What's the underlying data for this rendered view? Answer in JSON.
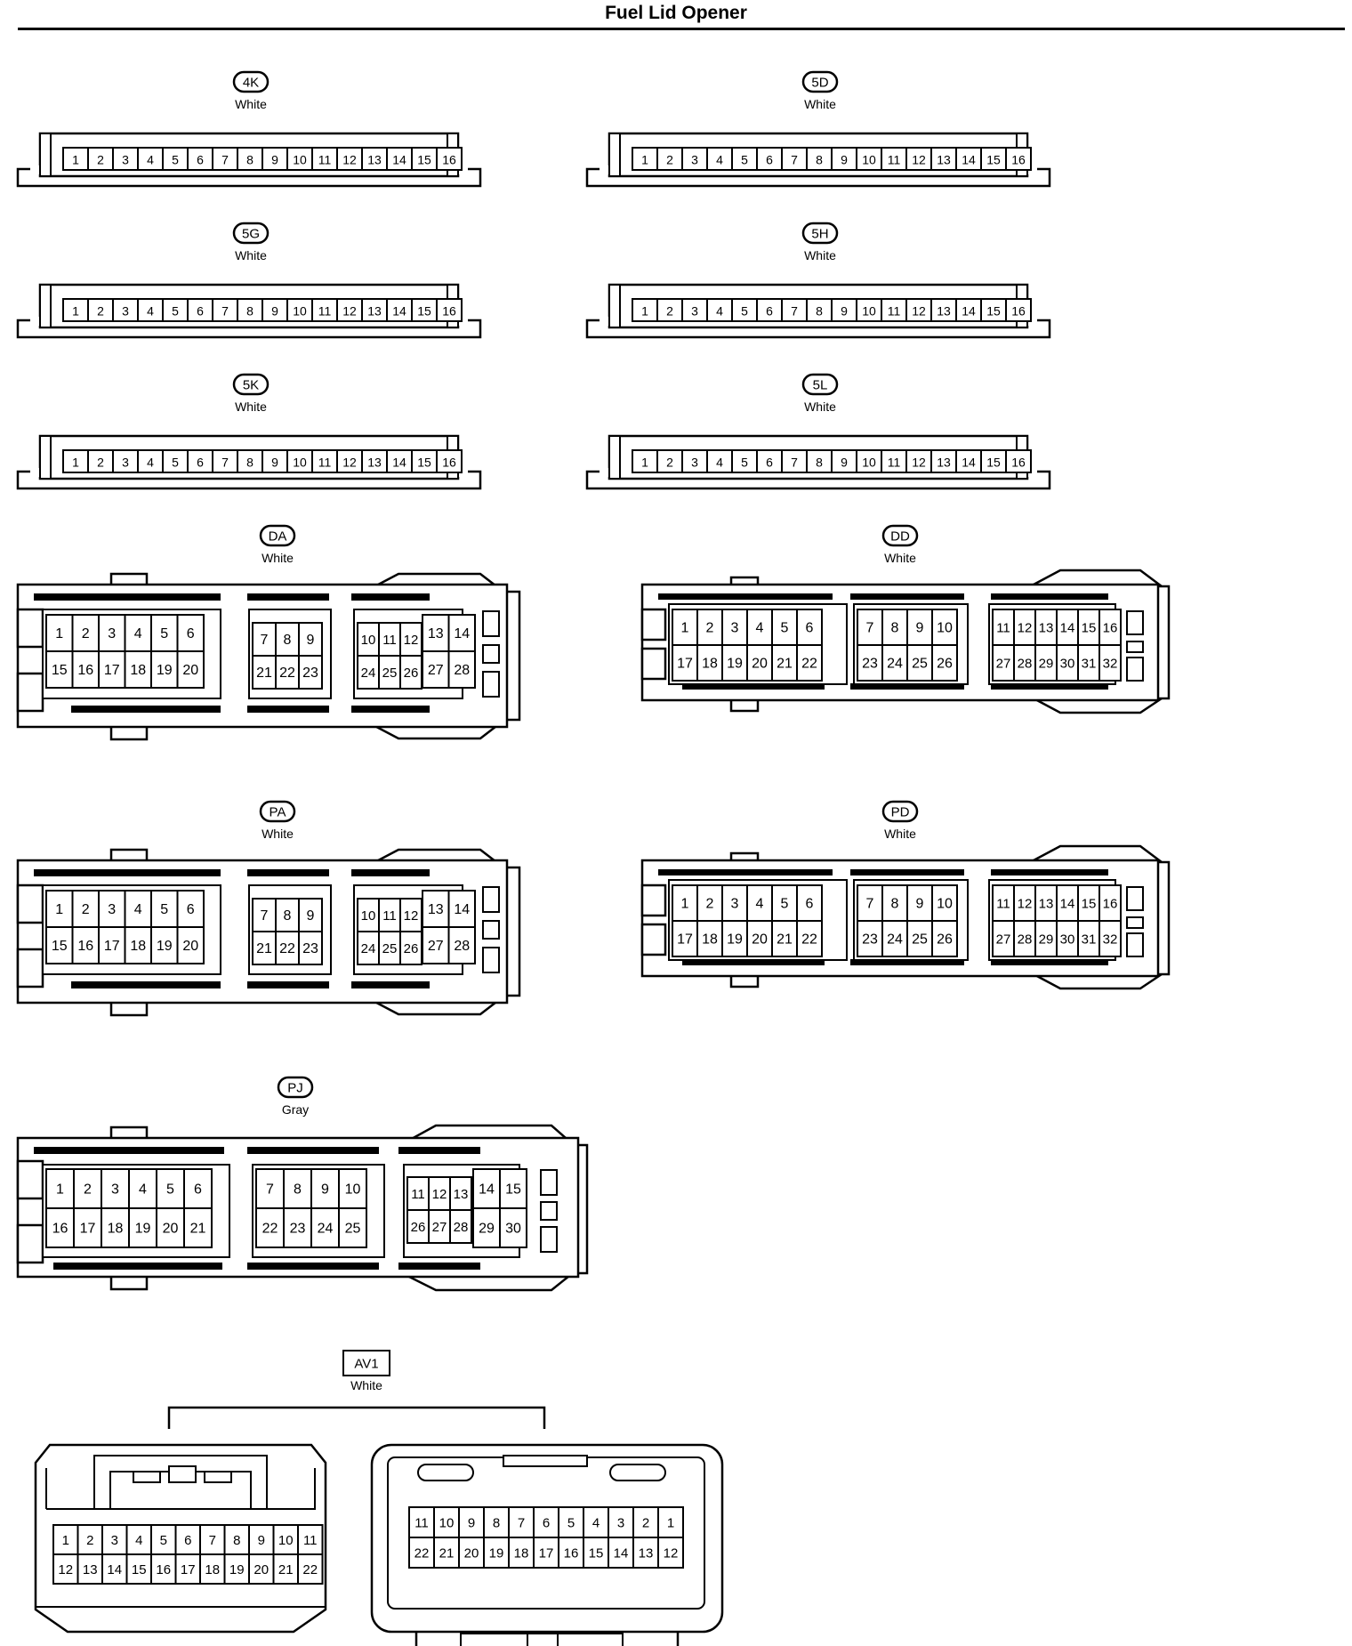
{
  "title": "Fuel Lid Opener",
  "connectors": [
    {
      "id": "4K",
      "color": "White",
      "style": "strip16",
      "label_shape": "pill",
      "pins": [
        "1",
        "2",
        "3",
        "4",
        "5",
        "6",
        "7",
        "8",
        "9",
        "10",
        "11",
        "12",
        "13",
        "14",
        "15",
        "16"
      ]
    },
    {
      "id": "5D",
      "color": "White",
      "style": "strip16",
      "label_shape": "pill",
      "pins": [
        "1",
        "2",
        "3",
        "4",
        "5",
        "6",
        "7",
        "8",
        "9",
        "10",
        "11",
        "12",
        "13",
        "14",
        "15",
        "16"
      ]
    },
    {
      "id": "5G",
      "color": "White",
      "style": "strip16",
      "label_shape": "pill",
      "pins": [
        "1",
        "2",
        "3",
        "4",
        "5",
        "6",
        "7",
        "8",
        "9",
        "10",
        "11",
        "12",
        "13",
        "14",
        "15",
        "16"
      ]
    },
    {
      "id": "5H",
      "color": "White",
      "style": "strip16",
      "label_shape": "pill",
      "pins": [
        "1",
        "2",
        "3",
        "4",
        "5",
        "6",
        "7",
        "8",
        "9",
        "10",
        "11",
        "12",
        "13",
        "14",
        "15",
        "16"
      ]
    },
    {
      "id": "5K",
      "color": "White",
      "style": "strip16",
      "label_shape": "pill",
      "pins": [
        "1",
        "2",
        "3",
        "4",
        "5",
        "6",
        "7",
        "8",
        "9",
        "10",
        "11",
        "12",
        "13",
        "14",
        "15",
        "16"
      ]
    },
    {
      "id": "5L",
      "color": "White",
      "style": "strip16",
      "label_shape": "pill",
      "pins": [
        "1",
        "2",
        "3",
        "4",
        "5",
        "6",
        "7",
        "8",
        "9",
        "10",
        "11",
        "12",
        "13",
        "14",
        "15",
        "16"
      ]
    },
    {
      "id": "DA",
      "color": "White",
      "style": "ecu28",
      "label_shape": "pill",
      "groups": [
        {
          "rows": [
            [
              "1",
              "2",
              "3",
              "4",
              "5",
              "6"
            ],
            [
              "15",
              "16",
              "17",
              "18",
              "19",
              "20"
            ]
          ]
        },
        {
          "rows": [
            [
              "7",
              "8",
              "9"
            ],
            [
              "21",
              "22",
              "23"
            ]
          ]
        },
        {
          "rows": [
            [
              "10",
              "11",
              "12"
            ],
            [
              "24",
              "25",
              "26"
            ]
          ]
        },
        {
          "rows": [
            [
              "13",
              "14"
            ],
            [
              "27",
              "28"
            ]
          ]
        }
      ]
    },
    {
      "id": "DD",
      "color": "White",
      "style": "ecu32",
      "label_shape": "pill",
      "groups": [
        {
          "rows": [
            [
              "1",
              "2",
              "3",
              "4",
              "5",
              "6"
            ],
            [
              "17",
              "18",
              "19",
              "20",
              "21",
              "22"
            ]
          ]
        },
        {
          "rows": [
            [
              "7",
              "8",
              "9",
              "10"
            ],
            [
              "23",
              "24",
              "25",
              "26"
            ]
          ]
        },
        {
          "rows": [
            [
              "11",
              "12",
              "13",
              "14",
              "15",
              "16"
            ],
            [
              "27",
              "28",
              "29",
              "30",
              "31",
              "32"
            ]
          ]
        }
      ]
    },
    {
      "id": "PA",
      "color": "White",
      "style": "ecu28",
      "label_shape": "pill",
      "groups": [
        {
          "rows": [
            [
              "1",
              "2",
              "3",
              "4",
              "5",
              "6"
            ],
            [
              "15",
              "16",
              "17",
              "18",
              "19",
              "20"
            ]
          ]
        },
        {
          "rows": [
            [
              "7",
              "8",
              "9"
            ],
            [
              "21",
              "22",
              "23"
            ]
          ]
        },
        {
          "rows": [
            [
              "10",
              "11",
              "12"
            ],
            [
              "24",
              "25",
              "26"
            ]
          ]
        },
        {
          "rows": [
            [
              "13",
              "14"
            ],
            [
              "27",
              "28"
            ]
          ]
        }
      ]
    },
    {
      "id": "PD",
      "color": "White",
      "style": "ecu32",
      "label_shape": "pill",
      "groups": [
        {
          "rows": [
            [
              "1",
              "2",
              "3",
              "4",
              "5",
              "6"
            ],
            [
              "17",
              "18",
              "19",
              "20",
              "21",
              "22"
            ]
          ]
        },
        {
          "rows": [
            [
              "7",
              "8",
              "9",
              "10"
            ],
            [
              "23",
              "24",
              "25",
              "26"
            ]
          ]
        },
        {
          "rows": [
            [
              "11",
              "12",
              "13",
              "14",
              "15",
              "16"
            ],
            [
              "27",
              "28",
              "29",
              "30",
              "31",
              "32"
            ]
          ]
        }
      ]
    },
    {
      "id": "PJ",
      "color": "Gray",
      "style": "ecu30",
      "label_shape": "pill",
      "groups": [
        {
          "rows": [
            [
              "1",
              "2",
              "3",
              "4",
              "5",
              "6"
            ],
            [
              "16",
              "17",
              "18",
              "19",
              "20",
              "21"
            ]
          ]
        },
        {
          "rows": [
            [
              "7",
              "8",
              "9",
              "10"
            ],
            [
              "22",
              "23",
              "24",
              "25"
            ]
          ]
        },
        {
          "rows": [
            [
              "11",
              "12",
              "13"
            ],
            [
              "26",
              "27",
              "28"
            ]
          ]
        },
        {
          "rows": [
            [
              "14",
              "15"
            ],
            [
              "29",
              "30"
            ]
          ]
        }
      ]
    },
    {
      "id": "AV1",
      "color": "White",
      "style": "av1",
      "label_shape": "box",
      "left": {
        "rows": [
          [
            "1",
            "2",
            "3",
            "4",
            "5",
            "6",
            "7",
            "8",
            "9",
            "10",
            "11"
          ],
          [
            "12",
            "13",
            "14",
            "15",
            "16",
            "17",
            "18",
            "19",
            "20",
            "21",
            "22"
          ]
        ]
      },
      "right": {
        "rows": [
          [
            "11",
            "10",
            "9",
            "8",
            "7",
            "6",
            "5",
            "4",
            "3",
            "2",
            "1"
          ],
          [
            "22",
            "21",
            "20",
            "19",
            "18",
            "17",
            "16",
            "15",
            "14",
            "13",
            "12"
          ]
        ]
      }
    }
  ]
}
